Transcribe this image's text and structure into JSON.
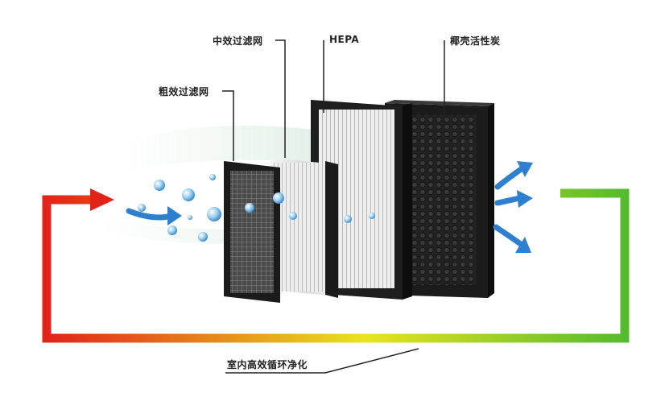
{
  "labels": {
    "coarse_filter": "粗效过滤网",
    "medium_filter": "中效过滤网",
    "hepa_filter": "HEPA",
    "carbon_filter": "椰壳活性炭"
  },
  "caption": "室内高效循环净化",
  "colors": {
    "loop_start": "#e2231a",
    "loop_mid": "#e8e41e",
    "loop_end": "#55bb2e",
    "airflow_arrow": "#2f7fd0",
    "filter_frame": "#1b1b1b",
    "carbon_frame": "#2a2a2a"
  }
}
